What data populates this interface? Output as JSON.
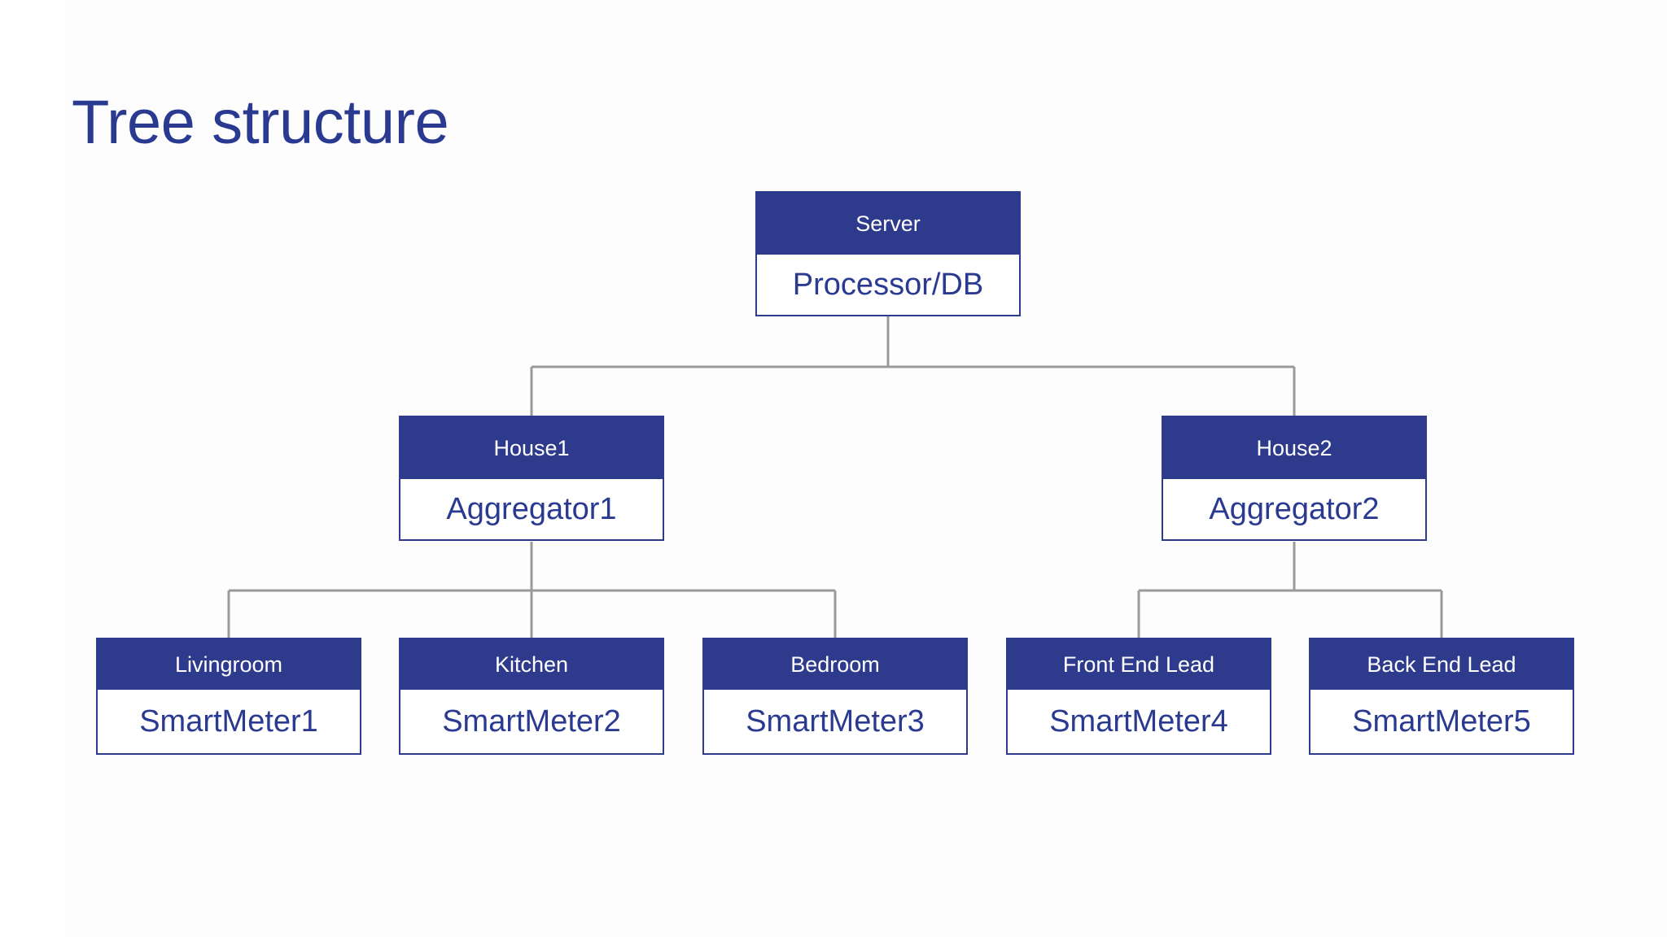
{
  "title": "Tree structure",
  "theme": {
    "navy": "#2e3a8c",
    "title_color": "#2b3a91",
    "body_text_color": "#2b3a91",
    "header_text_color": "#ffffff",
    "connector_color": "#9a9a9a",
    "background": "#ffffff"
  },
  "diagram": {
    "type": "tree",
    "root": {
      "header": "Server",
      "body": "Processor/DB"
    },
    "branches": [
      {
        "header": "House1",
        "body": "Aggregator1"
      },
      {
        "header": "House2",
        "body": "Aggregator2"
      }
    ],
    "leaves": [
      {
        "header": "Livingroom",
        "body": "SmartMeter1",
        "parent": "House1"
      },
      {
        "header": "Kitchen",
        "body": "SmartMeter2",
        "parent": "House1"
      },
      {
        "header": "Bedroom",
        "body": "SmartMeter3",
        "parent": "House1"
      },
      {
        "header": "Front End Lead",
        "body": "SmartMeter4",
        "parent": "House2"
      },
      {
        "header": "Back End Lead",
        "body": "SmartMeter5",
        "parent": "House2"
      }
    ]
  }
}
